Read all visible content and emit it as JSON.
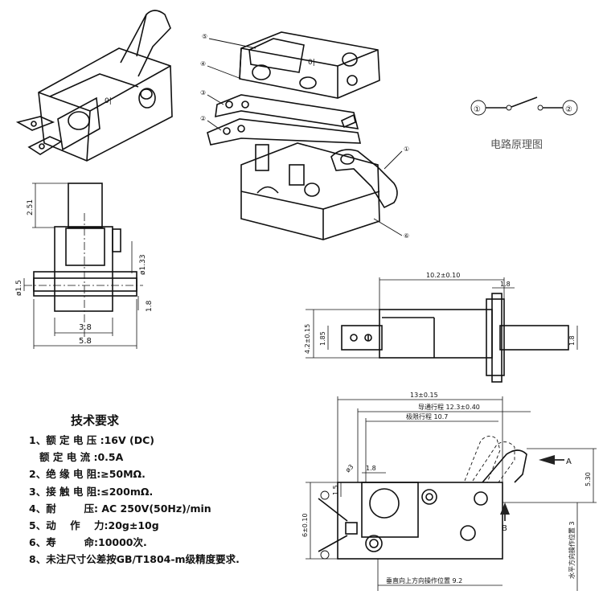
{
  "circuit": {
    "terminal_1": "①",
    "terminal_2": "②",
    "caption": "电路原理图"
  },
  "exploded_view": {
    "callouts": [
      "⑤",
      "④",
      "③",
      "②",
      "①",
      "⑥"
    ],
    "lever_mark": "0|"
  },
  "front_view": {
    "dims": {
      "top": "2.51",
      "pin_dia": "ø1.33",
      "hole_dia": "ø1.5",
      "height": "1.8",
      "inner": "3.8",
      "overall": "5.8"
    }
  },
  "side_view": {
    "dims": {
      "length": "10.2±0.10",
      "tab": "1.8",
      "height": "4.2±0.15",
      "inner": "1.85",
      "right": "1.8"
    }
  },
  "operation_view": {
    "dims": {
      "width": "13±0.15",
      "guide_travel": "导通行程 12.3±0.40",
      "limit_travel": "极限行程 10.7",
      "lever_left": "1.8",
      "hole": "ø3",
      "pin": "1.5",
      "height": "6±0.10",
      "right_h": "5.30",
      "vertical_pos": "垂直向上方向操作位置 9.2",
      "horizontal_pos": "水平方向操作位置 3"
    },
    "arrow_a": "A",
    "arrow_b": "B"
  },
  "specs": {
    "title": "技术要求",
    "items": [
      "1、额 定 电 压 :16V (DC)",
      "   额 定 电 流 :0.5A",
      "2、绝 缘 电 阻:≥50MΩ.",
      "3、接 触 电 阻:≤200mΩ.",
      "4、耐        压: AC 250V(50Hz)/min",
      "5、动    作    力:20g±10g",
      "6、寿        命:10000次.",
      "8、未注尺寸公差按GB/T1804-m级精度要求."
    ]
  }
}
